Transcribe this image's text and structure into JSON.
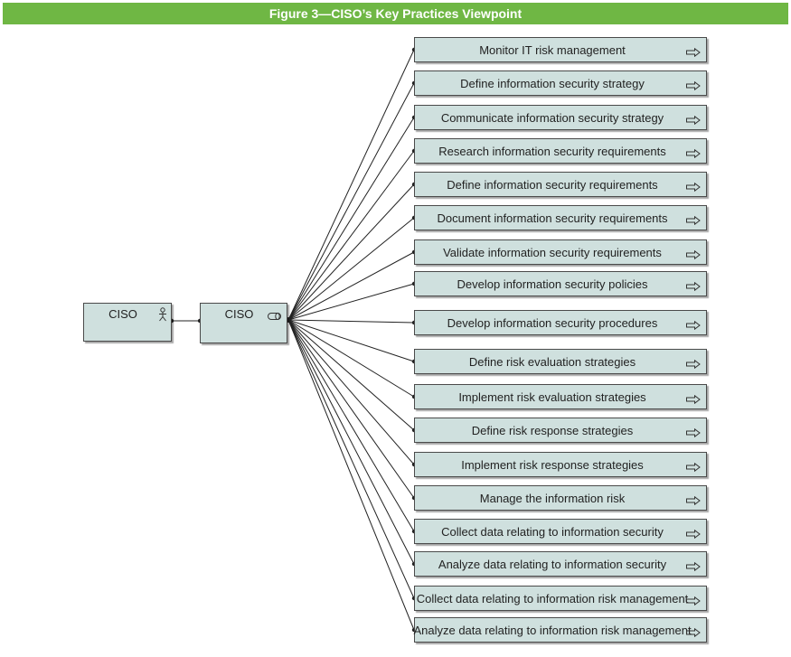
{
  "figure": {
    "title": "Figure 3—CISO’s Key Practices Viewpoint"
  },
  "actor": {
    "label": "CISO",
    "icon": "stick-figure-icon"
  },
  "role": {
    "label": "CISO",
    "icon": "role-icon"
  },
  "process_icon": "process-arrow-icon",
  "processes": [
    "Monitor IT risk management",
    "Define information security strategy",
    "Communicate information security strategy",
    "Research information security requirements",
    "Define information security requirements",
    "Document information security requirements",
    "Validate information security requirements",
    "Develop information security policies",
    "Develop information security procedures",
    "Define risk evaluation strategies",
    "Implement risk evaluation strategies",
    "Define risk response strategies",
    "Implement risk response strategies",
    "Manage the information risk",
    "Collect data relating to information security",
    "Analyze data relating to information security",
    "Collect data relating to information risk management",
    "Analyze data relating to information risk management"
  ],
  "colors": {
    "banner": "#6fb744",
    "background": "#fbe5c8",
    "box_fill": "#cfe0de",
    "border": "#4a4a4a"
  }
}
